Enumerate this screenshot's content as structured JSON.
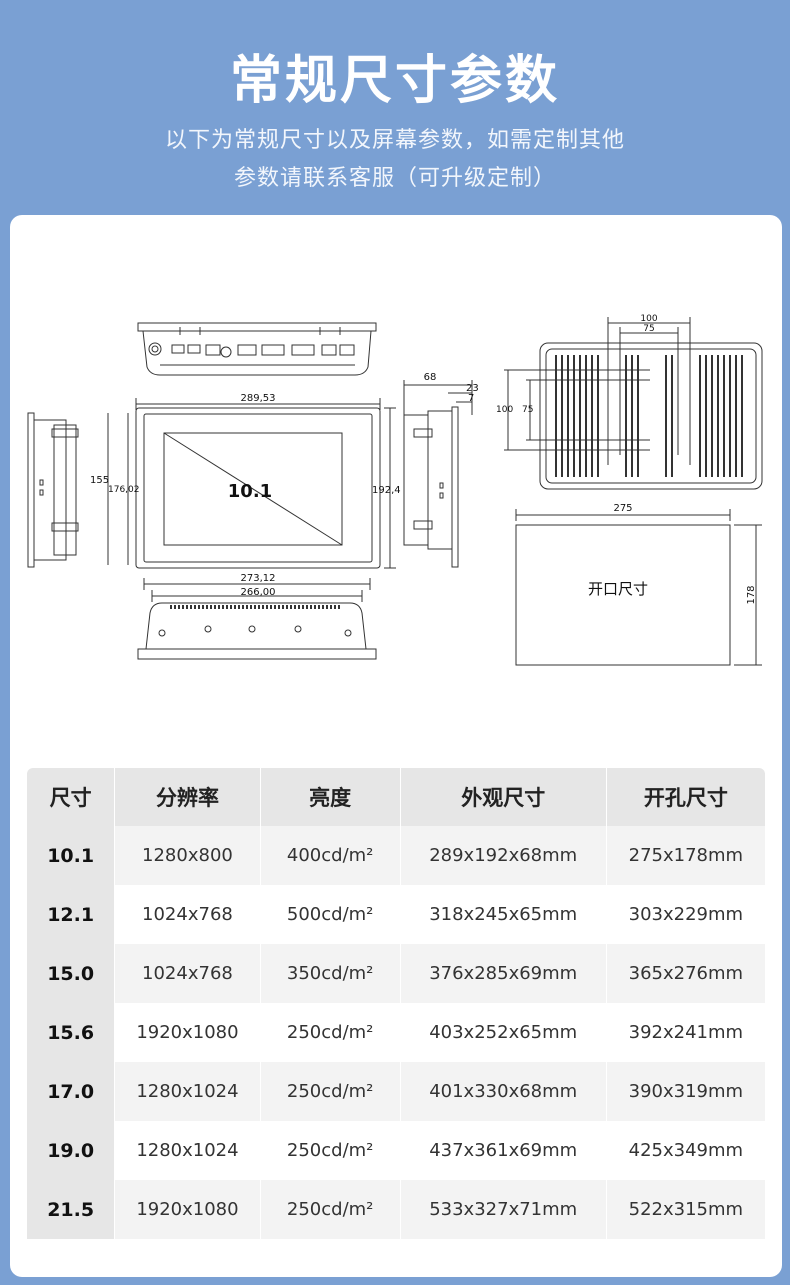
{
  "header": {
    "title": "常规尺寸参数",
    "subtitle_line1": "以下为常规尺寸以及屏幕参数，如需定制其他",
    "subtitle_line2": "参数请联系客服（可升级定制）"
  },
  "drawing": {
    "screen_size": "10.1",
    "width_outer": "289,53",
    "height_right": "192,4",
    "height_left_a": "155",
    "height_left_b": "176,02",
    "bottom_a": "273,12",
    "bottom_b": "266,00",
    "depth": "68",
    "depth_b": "23",
    "depth_c": "7",
    "vesa_h1": "100",
    "vesa_h2": "75",
    "vesa_v1": "100",
    "vesa_v2": "75",
    "cutout_w": "275",
    "cutout_h": "178",
    "cutout_label": "开口尺寸"
  },
  "table": {
    "headers": [
      "尺寸",
      "分辨率",
      "亮度",
      "外观尺寸",
      "开孔尺寸"
    ],
    "rows": [
      [
        "10.1",
        "1280x800",
        "400cd/m²",
        "289x192x68mm",
        "275x178mm"
      ],
      [
        "12.1",
        "1024x768",
        "500cd/m²",
        "318x245x65mm",
        "303x229mm"
      ],
      [
        "15.0",
        "1024x768",
        "350cd/m²",
        "376x285x69mm",
        "365x276mm"
      ],
      [
        "15.6",
        "1920x1080",
        "250cd/m²",
        "403x252x65mm",
        "392x241mm"
      ],
      [
        "17.0",
        "1280x1024",
        "250cd/m²",
        "401x330x68mm",
        "390x319mm"
      ],
      [
        "19.0",
        "1280x1024",
        "250cd/m²",
        "437x361x69mm",
        "425x349mm"
      ],
      [
        "21.5",
        "1920x1080",
        "250cd/m²",
        "533x327x71mm",
        "522x315mm"
      ]
    ]
  }
}
